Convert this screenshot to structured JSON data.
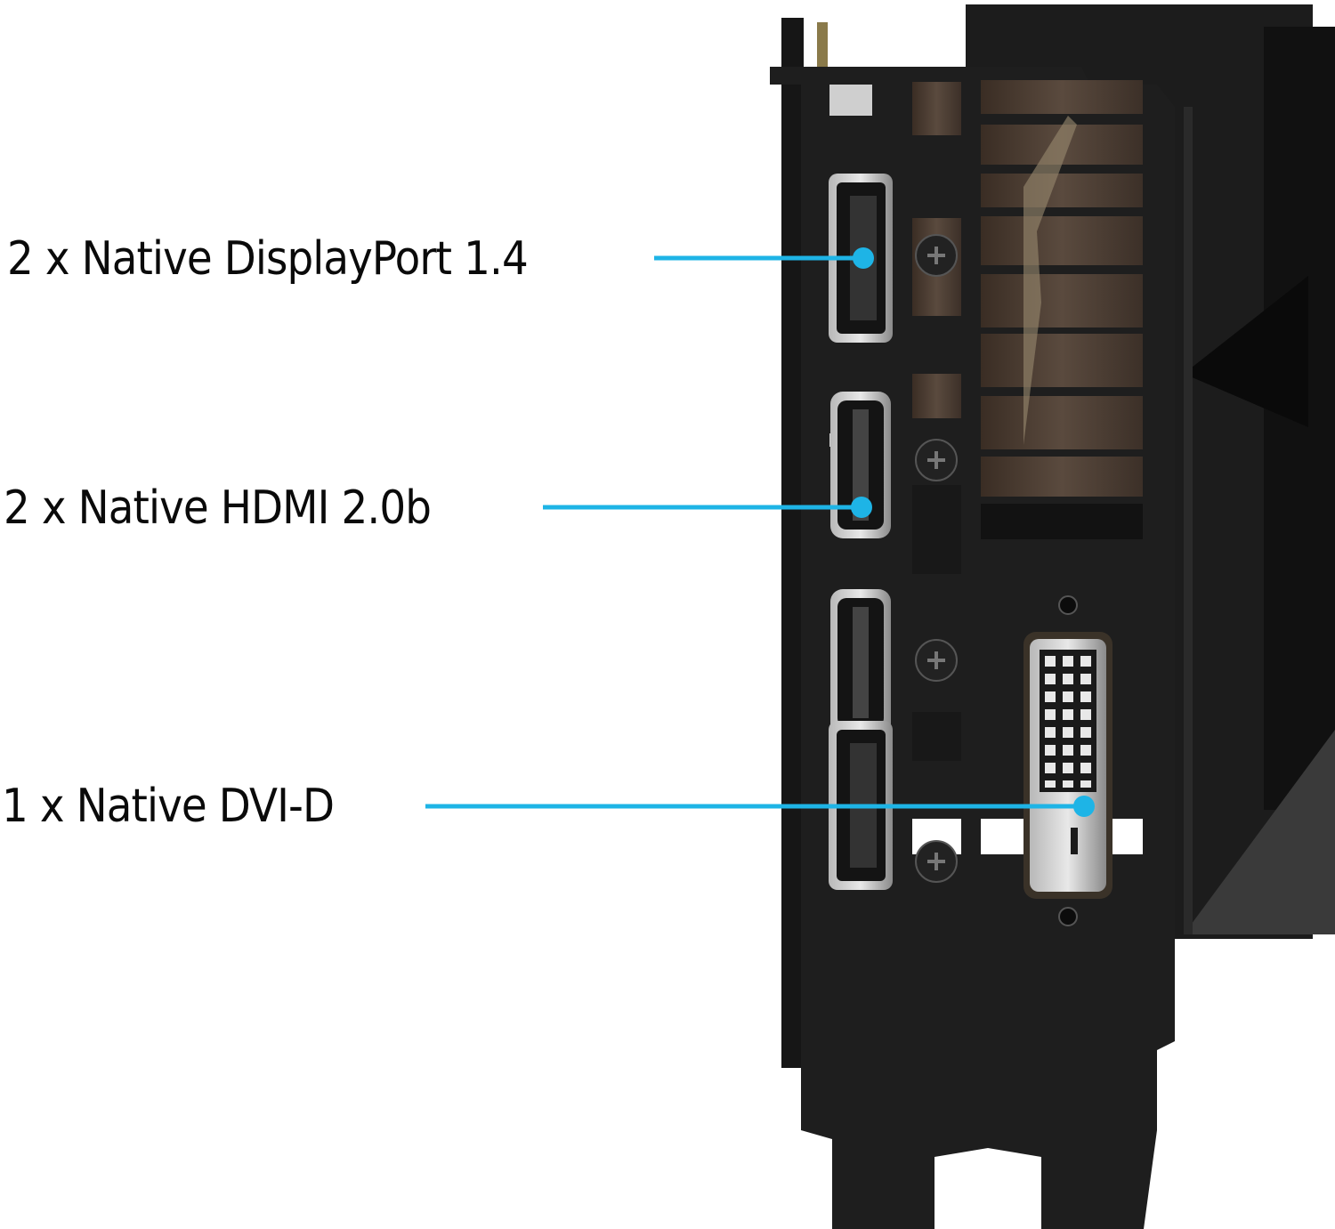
{
  "image": {
    "subject": "Graphics card I/O bracket with video output ports",
    "accent_color": "#1eb4e6"
  },
  "callouts": [
    {
      "label": "2 x Native DisplayPort 1.4",
      "target": "displayport"
    },
    {
      "label": "2 x Native HDMI 2.0b",
      "target": "hdmi"
    },
    {
      "label": "1 x Native DVI-D",
      "target": "dvi-d"
    }
  ],
  "ports": [
    {
      "type": "DisplayPort",
      "count": 2
    },
    {
      "type": "HDMI",
      "count": 2
    },
    {
      "type": "DVI-D",
      "count": 1
    }
  ]
}
